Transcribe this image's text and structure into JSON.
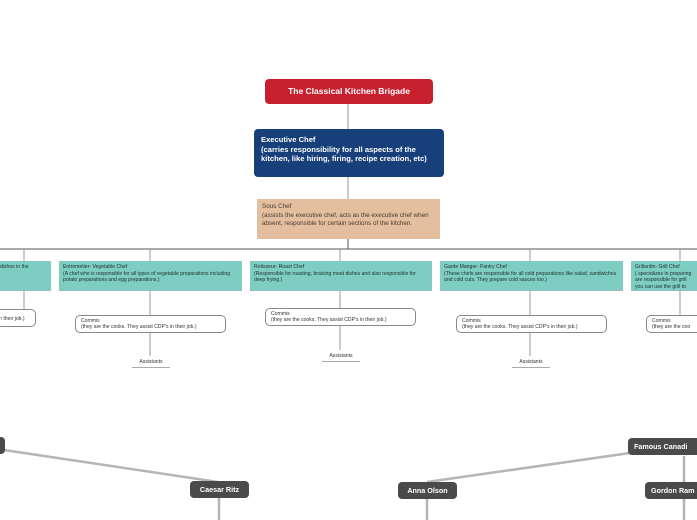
{
  "title": "The Classical Kitchen Brigade",
  "executive_chef": "Executive Chef\n(carries responsibility for all aspects of the kitchen, like hiring, firing, recipe creation, etc)",
  "sous_chef": "Sous Chef\n(assists the executive chef, acts as the executive chef when absent, responsible for certain sections of the kitchen.",
  "stations": [
    {
      "text": "dishes in the",
      "commis": "in their job.)",
      "assistants": ""
    },
    {
      "text": "Entremetier- Vegetable Chef\n(A chef who is responsible for all types of vegetable preparations including potato preparations and egg preparations.)",
      "commis": "Commis\n(they are the cooks. They assist CDP's in their job.)",
      "assistants": "Assistants"
    },
    {
      "text": "Rotisseur- Roast Chef\n(Responsible for roasting, braising meat dishes and also responsible for deep frying.)",
      "commis": "Commis\n(they are the cooks. They assist CDP's in their job.)",
      "assistants": "Assistants"
    },
    {
      "text": "Garde Manger- Pantry Chef\n(These chefs are responsible for all cold preparations like salad, sandwiches and cold cuts. They prepare cold sauces too.)",
      "commis": "Commis\n(they are the cooks. They assist CDP's in their job.)",
      "assistants": "Assistants"
    },
    {
      "text": "Grillardin- Grill Chef\n( specializes in preparing are responsible for grill you can use the grill to",
      "commis": "Commis\n(they are the coo",
      "assistants": ""
    }
  ],
  "people": {
    "caesar_ritz": "Caesar Ritz",
    "anna_olson": "Anna Olson",
    "famous_canadian": "Famous  Canadi",
    "gordon_ramsay": "Gordon Ram"
  }
}
